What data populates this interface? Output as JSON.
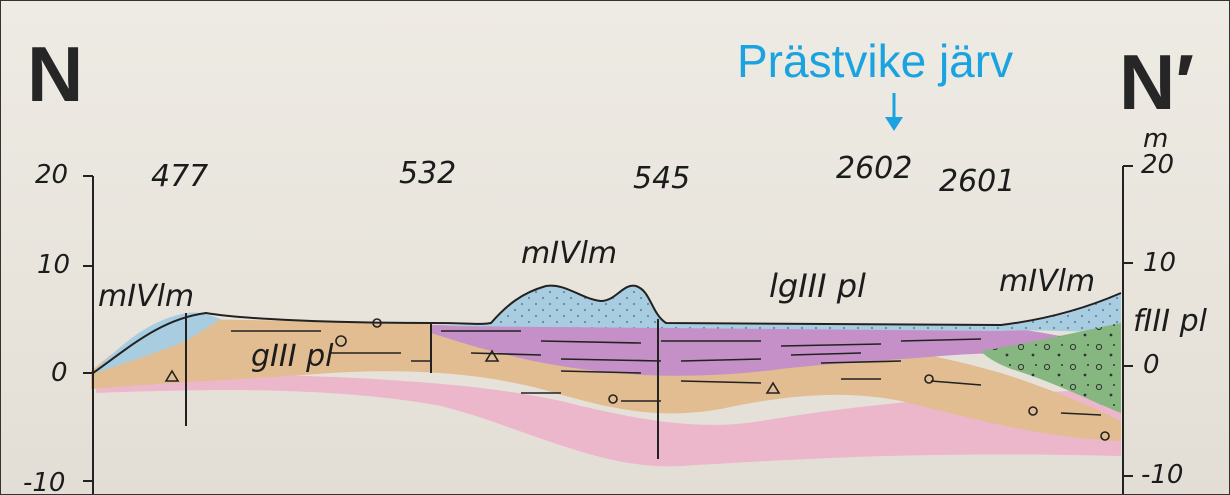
{
  "section": {
    "left_label": "N",
    "right_label": "N′",
    "right_unit": "m",
    "highlight": {
      "label": "Prästvike järv",
      "color": "#1aa3e0"
    }
  },
  "left_axis": {
    "ticks": [
      {
        "value": 20,
        "label": "20"
      },
      {
        "value": 10,
        "label": "10"
      },
      {
        "value": 0,
        "label": "0"
      },
      {
        "value": -10,
        "label": "-10"
      }
    ]
  },
  "right_axis": {
    "ticks": [
      {
        "value": 20,
        "label": "20"
      },
      {
        "value": 10,
        "label": "10"
      },
      {
        "value": 0,
        "label": "0"
      },
      {
        "value": -10,
        "label": "-10"
      }
    ]
  },
  "boreholes": [
    {
      "id": "477",
      "label": "477"
    },
    {
      "id": "532",
      "label": "532"
    },
    {
      "id": "545",
      "label": "545"
    },
    {
      "id": "2602",
      "label": "2602"
    },
    {
      "id": "2601",
      "label": "2601"
    }
  ],
  "units": [
    {
      "id": "mIVlm-left",
      "label": "mIVlm",
      "color": "#a9cde0"
    },
    {
      "id": "mIVlm-mid",
      "label": "mIVlm",
      "color": "#a9cde0"
    },
    {
      "id": "mIVlm-right",
      "label": "mIVlm",
      "color": "#a9cde0"
    },
    {
      "id": "lgIIIpl",
      "label": "lgIII pl",
      "color": "#c58fc7"
    },
    {
      "id": "gIIIpl",
      "label": "gIII pl",
      "color": "#e2bd92"
    },
    {
      "id": "fIIIpl",
      "label": "fIII pl",
      "color": "#86b780"
    }
  ],
  "bedrock_color": "#ecb2c9"
}
